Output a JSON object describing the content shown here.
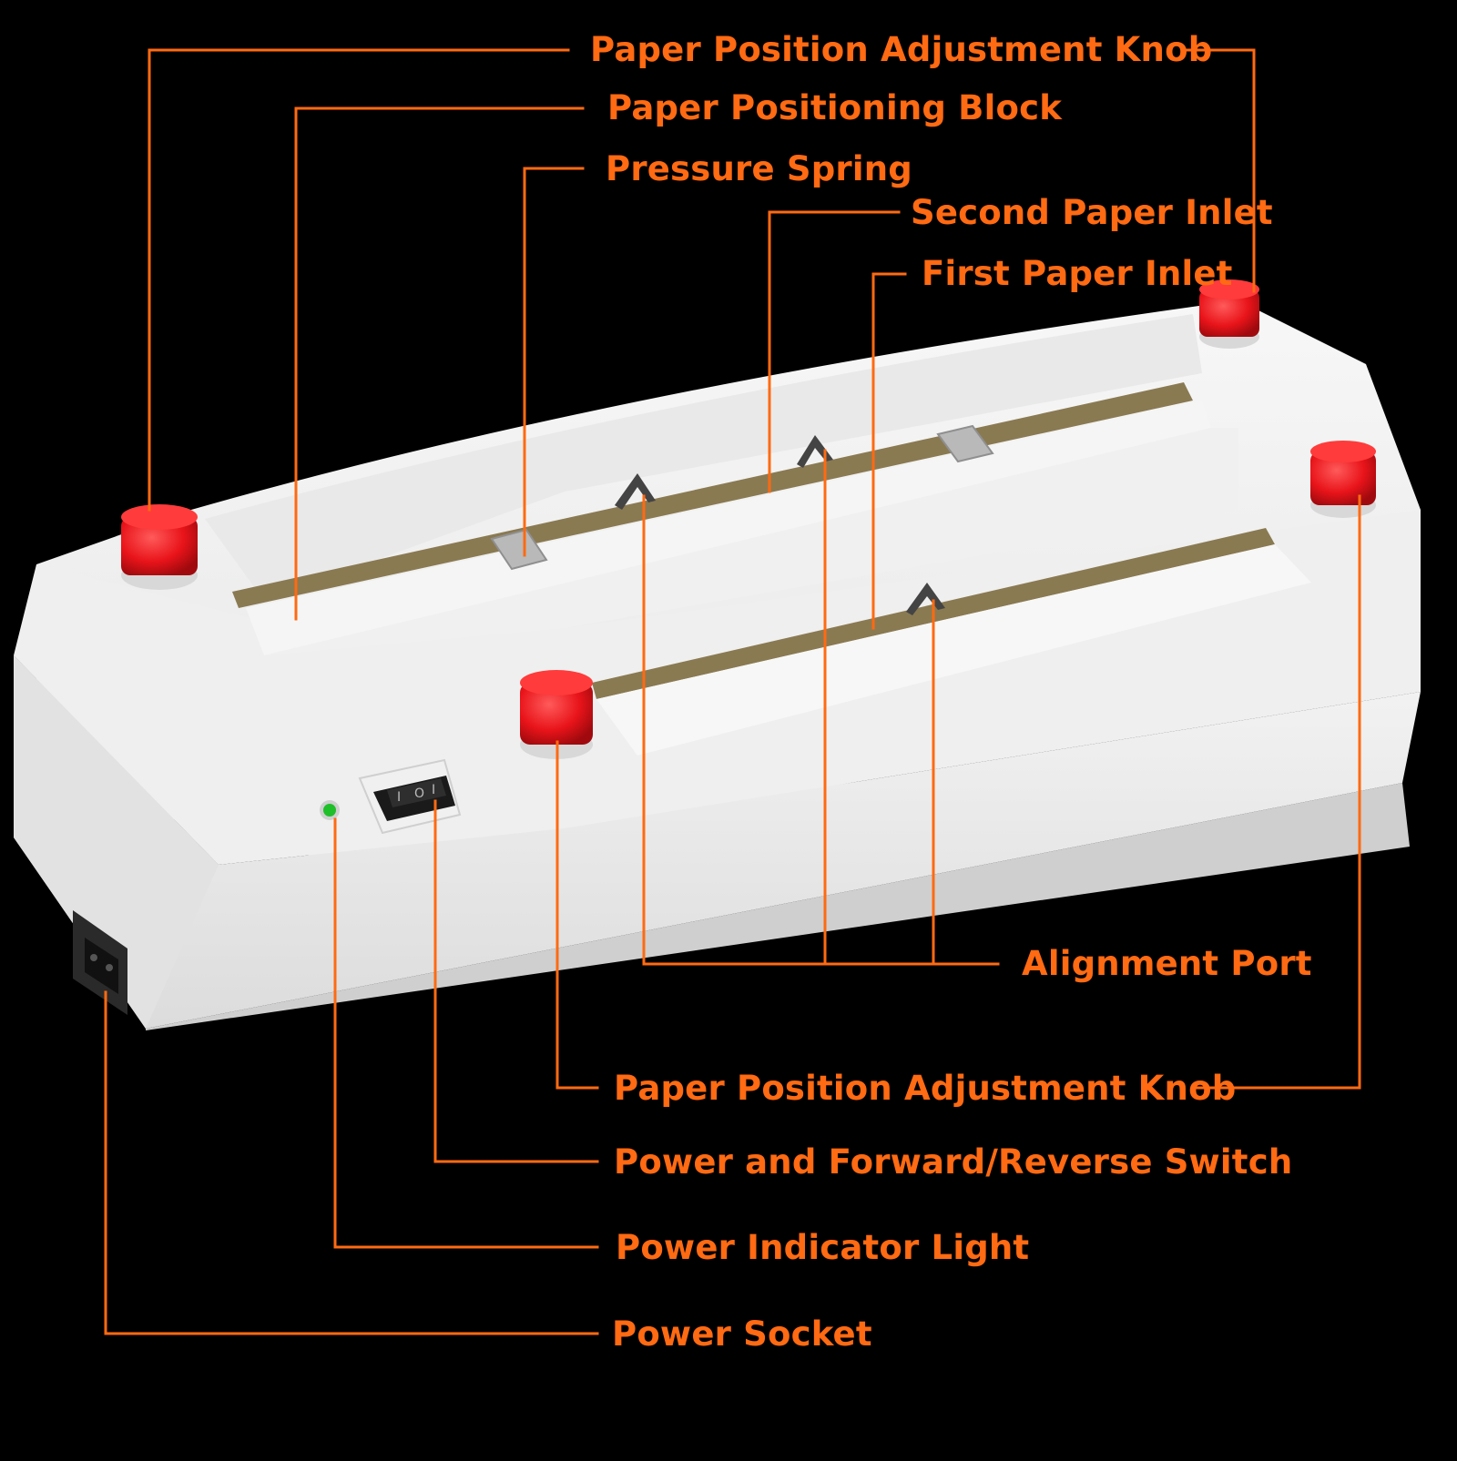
{
  "colors": {
    "background": "#000000",
    "label": "#ff6a12",
    "leader_line": "#ff6a12",
    "device_body": "#ececec",
    "knob": "#e8141a",
    "indicator": "#1fbf2a",
    "switch": "#1a1a1a"
  },
  "labels": {
    "adjust_knob_top": "Paper Position Adjustment Knob",
    "positioning_block": "Paper Positioning Block",
    "pressure_spring": "Pressure Spring",
    "second_inlet": "Second Paper Inlet",
    "first_inlet": "First Paper Inlet",
    "alignment_port": "Alignment Port",
    "adjust_knob_bottom": "Paper Position Adjustment Knob",
    "power_switch": "Power and Forward/Reverse Switch",
    "power_indicator": "Power Indicator Light",
    "power_socket": "Power Socket"
  },
  "icons": {
    "knob": "red-knob-icon",
    "switch": "rocker-switch-icon",
    "light": "green-led-icon",
    "socket": "power-socket-icon"
  }
}
